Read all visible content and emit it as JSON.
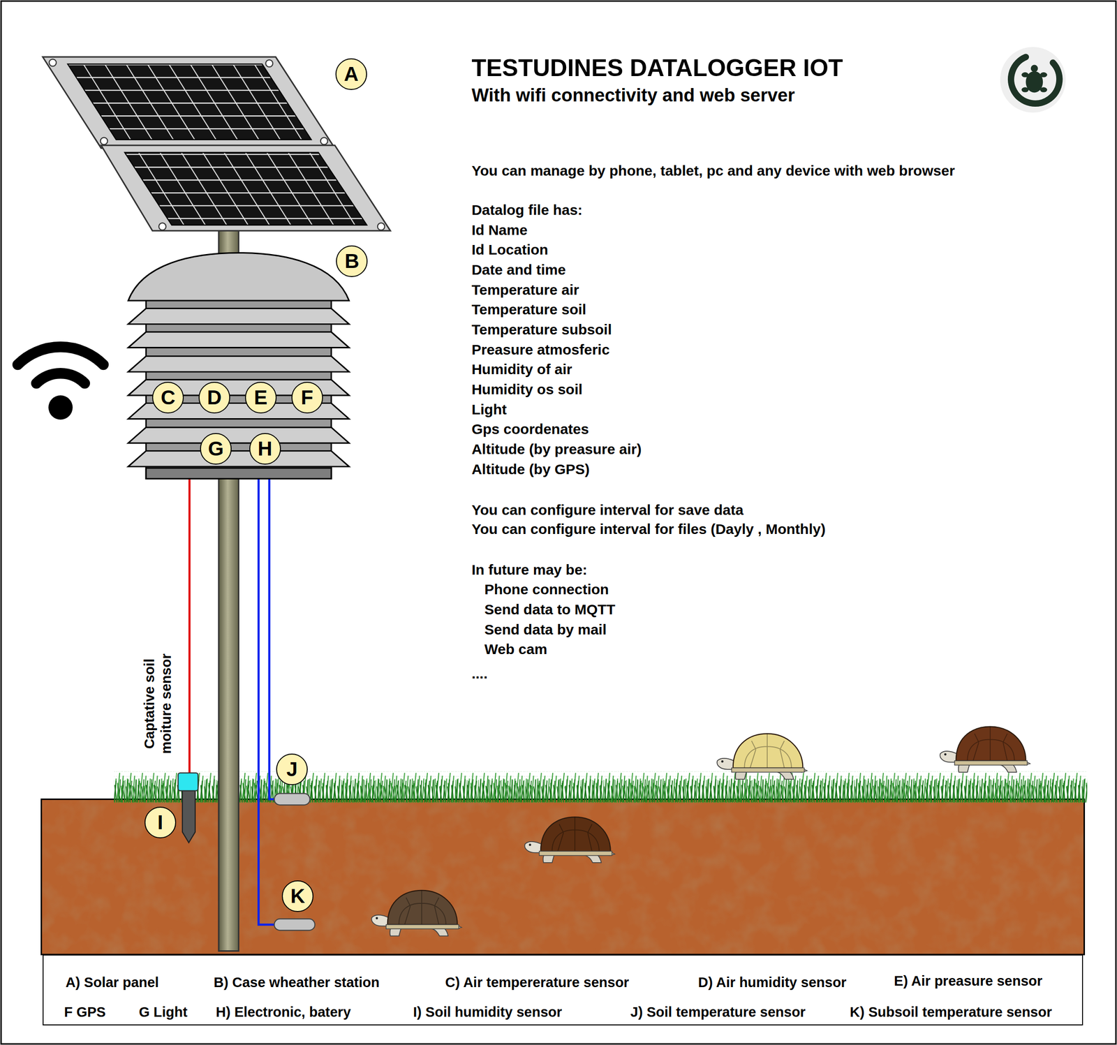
{
  "diagram": {
    "title": "TESTUDINES DATALOGGER IOT",
    "nodes": [
      {
        "text": [
          "A"
        ]
      },
      {
        "text": [
          "B"
        ]
      },
      {
        "text": [
          "C"
        ]
      },
      {
        "text": [
          "D"
        ]
      },
      {
        "text": [
          "E"
        ]
      },
      {
        "text": [
          "F"
        ]
      },
      {
        "text": [
          "G"
        ]
      },
      {
        "text": [
          "H"
        ]
      },
      {
        "text": [
          "I"
        ]
      },
      {
        "text": [
          "J"
        ]
      },
      {
        "text": [
          "K"
        ]
      },
      {
        "text": [
          "A) Solar panel",
          "B) Case wheather station",
          "C) Air tempererature sensor",
          "D) Air humidity sensor",
          "E) Air preasure sensor",
          "F GPS",
          "G Light",
          "H) Electronic, batery",
          "I) Soil humidity sensor",
          "J) Soil temperature sensor",
          "K) Subsoil temperature sensor"
        ]
      }
    ],
    "labels": [
      "With wifi connectivity and web server",
      "You can manage by phone, tablet, pc and any device with web browser",
      "Datalog file has:",
      "Id Name",
      "Id Location",
      "Date and time",
      "Temperature air",
      "Temperature soil",
      "Temperature subsoil",
      "Preasure atmosferic",
      "Humidity of air",
      "Humidity os soil",
      "Light",
      "Gps coordenates",
      "Altitude (by preasure air)",
      "Altitude (by GPS)",
      "You can configure interval for save data",
      "You can configure interval for files (Dayly , Monthly)",
      "In future may be:",
      "Phone connection",
      "Send data to MQTT",
      "Send data by mail",
      "Web cam",
      "....",
      "Captative soil moiture sensor"
    ]
  }
}
